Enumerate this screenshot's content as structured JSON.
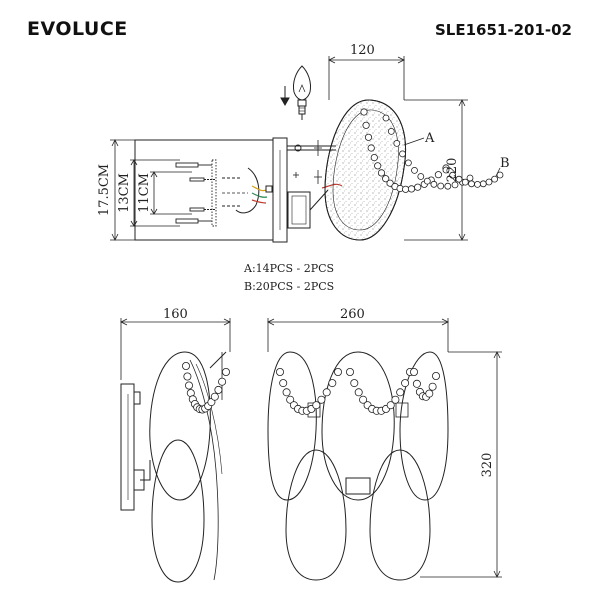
{
  "header": {
    "brand": "EVOLUCE",
    "model": "SLE1651-201-02"
  },
  "top_view": {
    "dim_width": "120",
    "dim_height": "220",
    "dim_plate_height": "17.5CM",
    "dim_inner_outer": "13CM",
    "dim_inner": "11CM",
    "label_a": "A",
    "label_b": "B"
  },
  "notes": {
    "line_a": "A:14PCS - 2PCS",
    "line_b": "B:20PCS - 2PCS"
  },
  "side_view": {
    "dim_depth": "160"
  },
  "front_view": {
    "dim_width": "260",
    "dim_height": "320"
  },
  "colors": {
    "line": "#222222",
    "wire_red": "#c0392b",
    "wire_yellow": "#d4a017",
    "wire_green": "#2e8b57"
  }
}
